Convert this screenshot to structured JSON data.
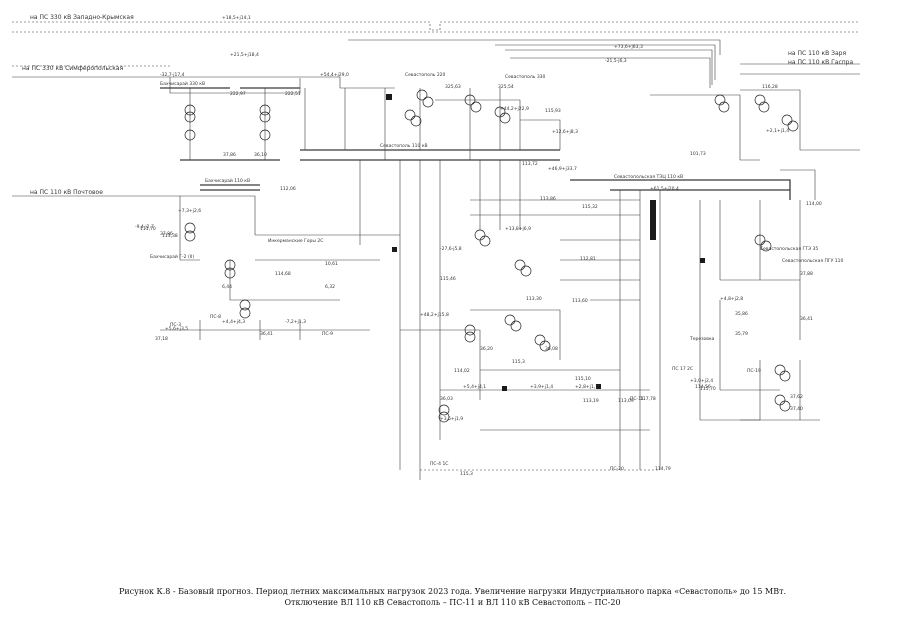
{
  "caption": {
    "line1": "Рисунок К.8 - Базовый прогноз. Период летних максимальных нагрузок 2023 года. Увеличение нагрузки Индустриального парка «Севастополь» до 15 МВт.",
    "line2": "Отключение ВЛ 110 кВ Севастополь – ПС-11 и ВЛ 110 кВ Севастополь – ПС-20"
  },
  "external_links": {
    "west_crimea_330": "на ПС 330 кВ Западно-Крымская",
    "simferopol_330": "на ПС 330 кВ Симферопольская",
    "pochtovoe_110": "на ПС 110 кВ Почтовое",
    "zarya_110": "на ПС 110 кВ Заря",
    "gaspra_110": "на ПС 110 кВ Гаспра"
  },
  "substations": {
    "bakhchisarai_330": "Бахчисарай 330 кВ",
    "sevastopol_220": "Севастополь 220",
    "sevastopol_330": "Севастополь 330",
    "sevastopol_110": "Севастополь 110 кВ",
    "bakhchisarai_110": "Бахчисарай 110 кВ",
    "bakhchisarai_g2": "Бахчисарай Г-2 (II)",
    "inkerman_hills": "Инкерманские Горы 2С",
    "sevastopol_tes": "Севастопольская ТЭЦ 110 кВ",
    "sevastopol_pgu": "Севастопольская ПГУ 110",
    "sevastopol_gtu": "Севастопольская ГТЭ 35",
    "teriakovka": "Терезовка",
    "ps_20": "ПС-20",
    "ps_11": "ПС-11",
    "ps_4": "ПС-4 1С",
    "ps_3": "ПС-3",
    "ps_19": "ПС-19",
    "ps_17": "ПС 17 2С",
    "ps_8": "ПС-8",
    "ps_9": "ПС-9"
  },
  "node_values": [
    "222,97",
    "222,51",
    "325,63",
    "325,54",
    "113,72",
    "115,93",
    "116,28",
    "115,32",
    "114,00",
    "37,86",
    "36,10",
    "113,38",
    "111,70",
    "112,06",
    "113,86",
    "112,81",
    "101,73",
    "35,86",
    "35,79",
    "36,41",
    "37,40",
    "115,3",
    "114,02",
    "36,08",
    "113,30",
    "113,60",
    "113,19",
    "115,70",
    "36,20",
    "114,56",
    "37,62",
    "113,09",
    "36,03",
    "115,3",
    "114,79",
    "37,86",
    "37,88",
    "115,46",
    "6,32",
    "10,61",
    "6,44",
    "117,78",
    "115,10",
    "37,18",
    "36,41",
    "114,68"
  ],
  "flow_labels": [
    "+18,5+j14,1",
    "+21,5+j18,4",
    "-21,5-j6,3",
    "+54,4+j29,0",
    "+73,6+j63,3",
    "-32,7-j17,4",
    "+7,3+j2,6",
    "+44,2+j22,9",
    "+12,6+j8,3",
    "-9,4-j2,7",
    "+4,4+j4,3",
    "-7,2+j1,3",
    "+48,2+j15,8",
    "+46,9+j33,7",
    "+61,5+j20,4",
    "+2,1+j1,4",
    "+13,8+j6,9",
    "-27,6-j5,8",
    "+4,8+j2,8",
    "+3,0+j2,4",
    "+5,6+j3,5",
    "+3,9+j1,4",
    "+5,4+j4,1",
    "+2,8+j1,1",
    "+3,5+j1,9"
  ],
  "colors": {
    "line": "#3b3b3b",
    "node_fill": "#1a1a1a",
    "caption": "#111111"
  }
}
